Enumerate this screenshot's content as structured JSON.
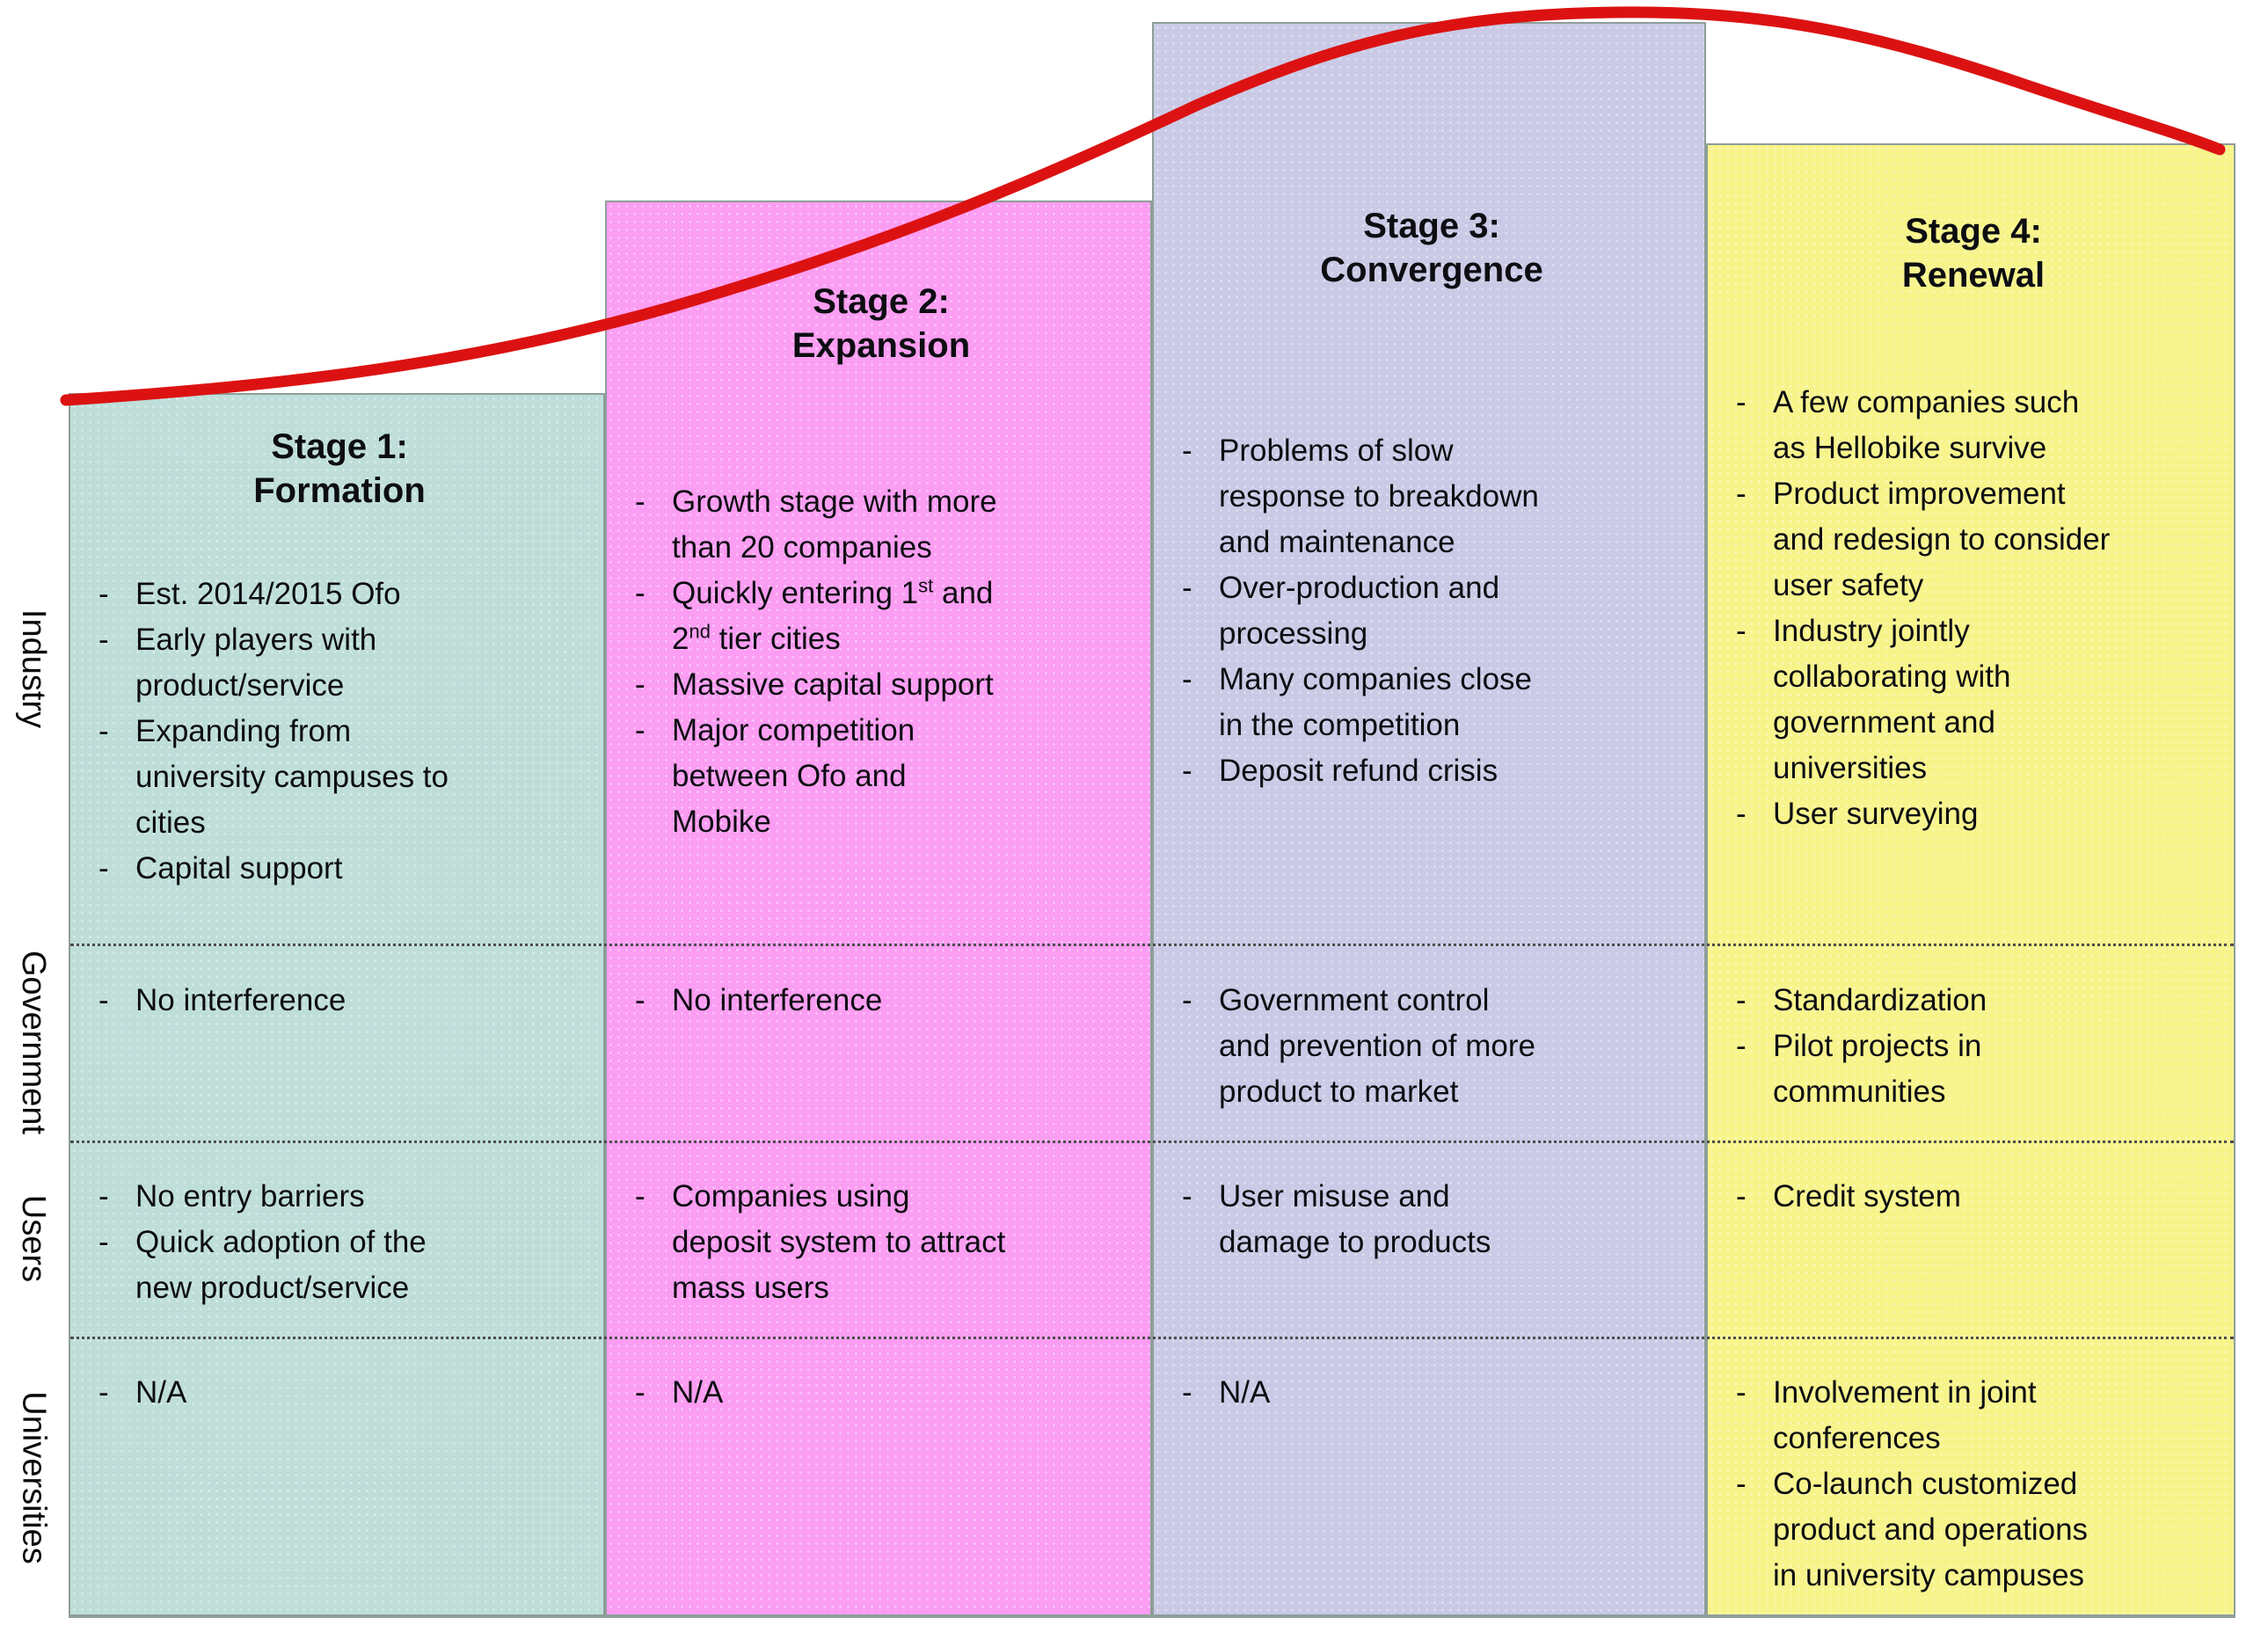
{
  "row_labels": [
    "Industry",
    "Government",
    "Users",
    "Universities"
  ],
  "stages": [
    {
      "title": [
        "Stage 1:",
        "Formation"
      ],
      "industry": [
        "Est. 2014/2015 Ofo",
        "Early players with\nproduct/service",
        "Expanding from\nuniversity campuses to\ncities",
        "Capital support"
      ],
      "government": [
        "No interference"
      ],
      "users": [
        "No entry barriers",
        "Quick adoption of the\nnew product/service"
      ],
      "universities": [
        "N/A"
      ]
    },
    {
      "title": [
        "Stage 2:",
        "Expansion"
      ],
      "industry": [
        "Growth stage with more\nthan 20 companies",
        "Quickly entering 1^{st} and\n2^{nd} tier cities",
        "Massive capital support",
        "Major competition\nbetween Ofo and\nMobike"
      ],
      "government": [
        "No interference"
      ],
      "users": [
        "Companies using\ndeposit system to attract\nmass users"
      ],
      "universities": [
        "N/A"
      ]
    },
    {
      "title": [
        "Stage 3:",
        "Convergence"
      ],
      "industry": [
        "Problems of slow\nresponse to breakdown\nand maintenance",
        "Over-production and\nprocessing",
        "Many companies close\nin the competition",
        "Deposit refund crisis"
      ],
      "government": [
        "Government control\nand prevention of more\nproduct to market"
      ],
      "users": [
        "User misuse and\ndamage to products"
      ],
      "universities": [
        "N/A"
      ]
    },
    {
      "title": [
        "Stage 4:",
        "Renewal"
      ],
      "industry": [
        "A few companies such\nas Hellobike survive",
        "Product improvement\nand redesign to consider\nuser safety",
        "Industry jointly\ncollaborating with\ngovernment and\nuniversities",
        "User surveying"
      ],
      "government": [
        "Standardization",
        "Pilot projects in\ncommunities"
      ],
      "users": [
        "Credit system"
      ],
      "universities": [
        "Involvement in joint\nconferences",
        "Co-launch customized\nproduct and operations\nin university campuses"
      ]
    }
  ],
  "colors": {
    "stage1_bg": "#bfdeda",
    "stage2_bg": "#fb9df2",
    "stage3_bg": "#cacae6",
    "stage4_bg": "#f7f48c",
    "curve_red": "#dc1212",
    "border_gray": "#8e9e9a",
    "divider_gray": "#4d4d4d",
    "text": "#0d0d12"
  }
}
